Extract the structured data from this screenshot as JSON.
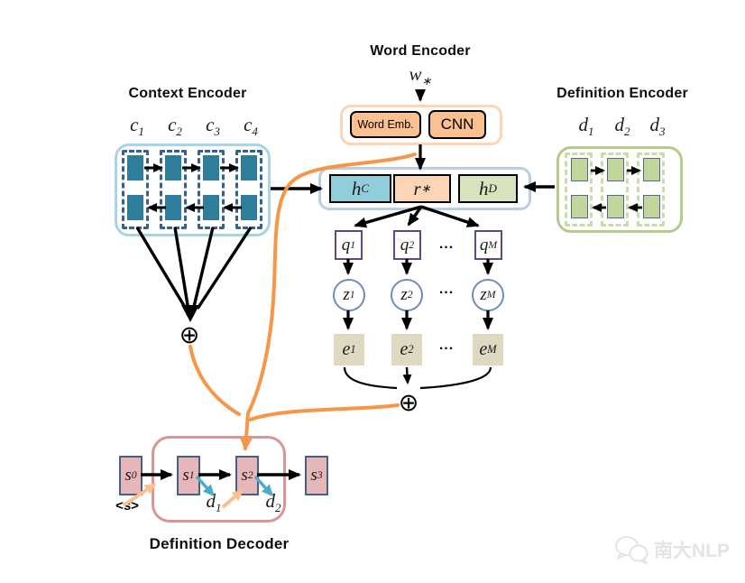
{
  "titles": {
    "word_encoder": "Word Encoder",
    "context_encoder": "Context Encoder",
    "definition_encoder": "Definition Encoder",
    "definition_decoder": "Definition Decoder"
  },
  "word_encoder": {
    "input": {
      "b": "w",
      "s": "∗"
    },
    "word_emb": "Word Emb.",
    "cnn": "CNN"
  },
  "context_encoder": {
    "inputs": [
      {
        "b": "c",
        "s": "1"
      },
      {
        "b": "c",
        "s": "2"
      },
      {
        "b": "c",
        "s": "3"
      },
      {
        "b": "c",
        "s": "4"
      }
    ]
  },
  "definition_encoder": {
    "inputs": [
      {
        "b": "d",
        "s": "1"
      },
      {
        "b": "d",
        "s": "2"
      },
      {
        "b": "d",
        "s": "3"
      }
    ]
  },
  "hidden": {
    "h_c": {
      "b": "h",
      "s": "C"
    },
    "r": {
      "b": "r",
      "s": "∗"
    },
    "h_d": {
      "b": "h",
      "s": "D"
    }
  },
  "latent": {
    "q": [
      {
        "b": "q",
        "s": "1"
      },
      {
        "b": "q",
        "s": "2"
      },
      {
        "b": "q",
        "s": "M"
      }
    ],
    "z": [
      {
        "b": "z",
        "s": "1"
      },
      {
        "b": "z",
        "s": "2"
      },
      {
        "b": "z",
        "s": "M"
      }
    ],
    "e": [
      {
        "b": "e",
        "s": "1"
      },
      {
        "b": "e",
        "s": "2"
      },
      {
        "b": "e",
        "s": "M"
      }
    ],
    "ellipsis": "...",
    "sum": "⊕"
  },
  "decoder": {
    "states": [
      {
        "b": "s",
        "s": "0"
      },
      {
        "b": "s",
        "s": "1"
      },
      {
        "b": "s",
        "s": "2"
      },
      {
        "b": "s",
        "s": "3"
      }
    ],
    "outputs": [
      {
        "b": "d",
        "s": "1"
      },
      {
        "b": "d",
        "s": "2"
      }
    ],
    "start_token": "<s>"
  },
  "watermark": {
    "text": "南大NLP"
  },
  "colors": {
    "orange_arrow": "#F79646",
    "teal_arrow": "#4BACC6",
    "peach_arrow": "#FAC090",
    "context_container": "#A8D4E5",
    "context_cell": "#2E7D9A",
    "context_dashed": "#376092",
    "definition_container": "#B3CC8B",
    "definition_cell": "#C3D69B",
    "word_container": "#FBD5B5",
    "word_box": "#FAC090",
    "hidden_container": "#B9CDE5",
    "h_context_fill": "#92CDDC",
    "r_fill": "#FBD5B5",
    "h_definition_fill": "#D6E3BC",
    "q_border": "#604A7B",
    "z_border": "#6C8EBF",
    "e_fill": "#DDD9C3",
    "s_fill": "#E7B6B8",
    "s_border": "#44618B",
    "decoder_container": "#D99694",
    "watermark": "#E4E4E4"
  }
}
